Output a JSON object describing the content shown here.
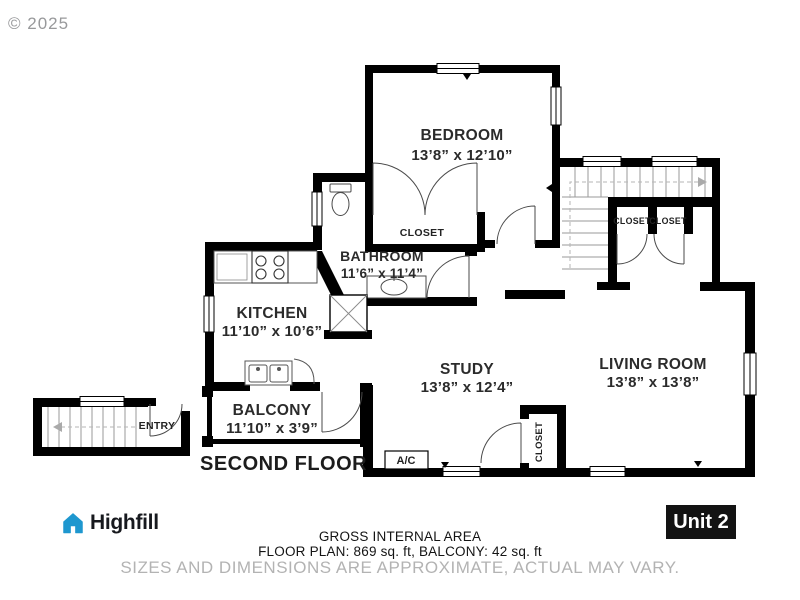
{
  "watermark": "© 2025",
  "floor_label": "SECOND FLOOR",
  "unit": {
    "label": "Unit 2"
  },
  "brand": {
    "name": "Highfill",
    "icon": "house-icon",
    "color": "#1e97cf"
  },
  "rooms": {
    "bedroom": {
      "name": "BEDROOM",
      "dims": "13’8” x 12’10”"
    },
    "bathroom": {
      "name": "BATHROOM",
      "dims": "11’6” x 11’4”"
    },
    "kitchen": {
      "name": "KITCHEN",
      "dims": "11’10” x 10’6”"
    },
    "balcony": {
      "name": "BALCONY",
      "dims": "11’10” x 3’9”"
    },
    "study": {
      "name": "STUDY",
      "dims": "13’8” x 12’4”"
    },
    "living_room": {
      "name": "LIVING ROOM",
      "dims": "13’8” x 13’8”"
    }
  },
  "closets": {
    "bedroom": "CLOSET",
    "hall_left": "CLOSET",
    "hall_right": "CLOSET",
    "study": "CLOSET"
  },
  "labels": {
    "ac": "A/C",
    "entry": "ENTRY"
  },
  "footer": {
    "area_title": "GROSS INTERNAL AREA",
    "area_detail": "FLOOR PLAN: 869 sq. ft, BALCONY: 42 sq. ft",
    "disclaimer": "SIZES AND DIMENSIONS ARE APPROXIMATE, ACTUAL MAY VARY."
  },
  "colors": {
    "wall": "#000000",
    "text": "#2b2b2b",
    "muted": "#b3b3b3",
    "brand": "#1e97cf"
  }
}
